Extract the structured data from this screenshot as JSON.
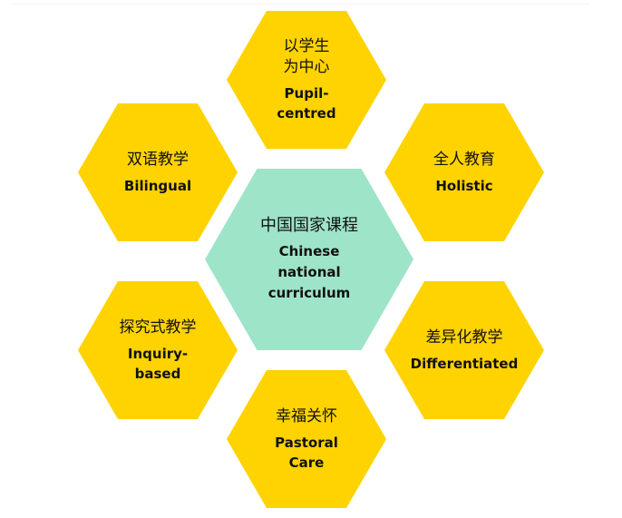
{
  "center": {
    "zh": "中国国家课程",
    "en": "Chinese\nnational\ncurriculum"
  },
  "pillars": [
    {
      "id": "pupil-centred",
      "zh": "以学生\n为中心",
      "en": "Pupil-\ncentred"
    },
    {
      "id": "holistic",
      "zh": "全人教育",
      "en": "Holistic"
    },
    {
      "id": "differentiated",
      "zh": "差异化教学",
      "en": "Differentiated"
    },
    {
      "id": "pastoral-care",
      "zh": "幸福关怀",
      "en": "Pastoral\nCare"
    },
    {
      "id": "inquiry-based",
      "zh": "探究式教学",
      "en": "Inquiry-\nbased"
    },
    {
      "id": "bilingual",
      "zh": "双语教学",
      "en": "Bilingual"
    }
  ],
  "colors": {
    "pillar": "#fed300",
    "center": "#9ee4c8",
    "text": "#111111"
  }
}
